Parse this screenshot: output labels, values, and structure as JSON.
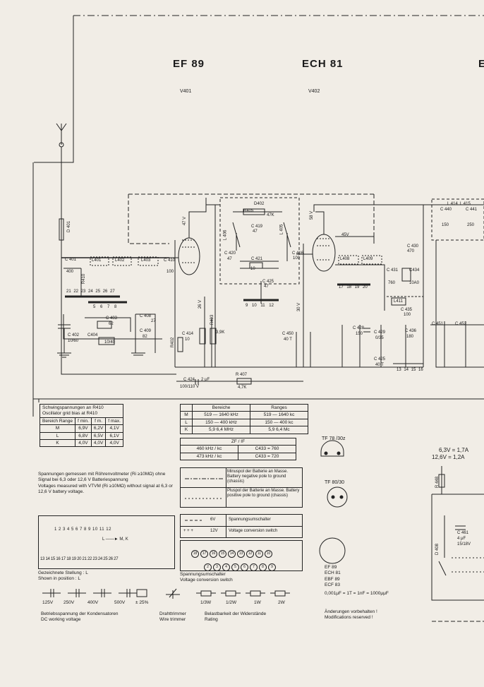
{
  "tubes": {
    "ef89": {
      "type": "EF 89",
      "ref": "V401"
    },
    "ech81": {
      "type": "ECH 81",
      "ref": "V402"
    },
    "edge": "E"
  },
  "labels": {
    "d401": "D 401",
    "c401": "C 401",
    "c401_val": "400",
    "l401": "L401",
    "l402": "L402",
    "l403": "L403",
    "c410": "C 410",
    "c410_val": "100",
    "c402": "C 402",
    "c402_val": "10/60",
    "c403": "C 403",
    "c403_val": "62",
    "c404": "C404",
    "c404_val": "10/40",
    "c408": "C 408",
    "c408_val": "27",
    "c409": "C 409",
    "c409_val": "82",
    "r410": "R410",
    "d402": "D402",
    "r405": "R405",
    "r405_val": "47K",
    "l406": "L 406",
    "l405": "L 405",
    "c419": "C 419",
    "c419_val": "47",
    "c420": "C 420",
    "c420_val": "47",
    "c421": "C 421",
    "c421_val": "10",
    "c425": "C 425",
    "c425_val": "47",
    "c416": "C 416",
    "c416_val": "100",
    "v58": "58 V",
    "v47": "47 V",
    "v26": "26 V",
    "v45": "45V",
    "v30": "30 V",
    "r403": "R403",
    "r403_val": "3,9K",
    "r402": "R402",
    "c414": "C 414",
    "c414_val": "10",
    "c424": "C 424",
    "c424_val": "2 μF",
    "c424_v": "100/110 V",
    "r407": "R 407",
    "r407_val": "4,7K",
    "l408": "L408",
    "l409": "L409",
    "c430": "C 430",
    "c430_val": "470",
    "c431": "C 431",
    "c431_val": "760",
    "c434": "C434",
    "c434_val": "10A0",
    "l411": "L411",
    "c435": "C 435",
    "c435_val": "100",
    "c450": "C 450",
    "c450_val": "40 T",
    "c428": "C 428",
    "c428_val": "150",
    "c429": "C 429",
    "c429_val": "0/35",
    "c436": "C 436",
    "c436_val": "180",
    "c425b": "C 425",
    "c425b_val": "40 T",
    "c440": "C 440",
    "c440_val": "150",
    "c441": "C 441",
    "c441_val": "250",
    "l414": "L 414",
    "l415": "L 415",
    "c451": "C 451",
    "c452": "C 452",
    "r448": "R 448",
    "c461": "C 461",
    "c461_val": "4 μF",
    "c461_v": "15/18V",
    "d408": "D 408",
    "terminals_a": [
      "21",
      "22",
      "23",
      "24",
      "25",
      "26",
      "27"
    ],
    "terminals_b": [
      "5",
      "6",
      "7",
      "8"
    ],
    "terminals_c": [
      "9",
      "10",
      "11",
      "12"
    ],
    "terminals_d": [
      "17",
      "18",
      "19",
      "20"
    ],
    "terminals_e": [
      "13",
      "14",
      "15",
      "16"
    ]
  },
  "osc_table": {
    "title_de": "Schwingspannungen an R410",
    "title_en": "Oscillator grid bias at    R410",
    "header": [
      "Bereich Range",
      "f min.",
      "f m.",
      "f max."
    ],
    "rows": [
      [
        "M",
        "6,9V",
        "6,2V",
        "4,1V"
      ],
      [
        "L",
        "6,8V",
        "6,5V",
        "6,1V"
      ],
      [
        "K",
        "4,0V",
        "4,0V",
        "4,0V"
      ]
    ]
  },
  "range_table": {
    "header": [
      "",
      "Bereiche",
      "Ranges"
    ],
    "rows": [
      [
        "M",
        "519 — 1640 kHz",
        "519 — 1640 kc"
      ],
      [
        "L",
        "150 — 400 kHz",
        "150 — 400 kc"
      ],
      [
        "K",
        "5,9    6,4 MHz",
        "5,9    6,4 Mc"
      ]
    ]
  },
  "zf_table": {
    "header": "ZF / IF",
    "rows": [
      [
        "460 kHz / kc",
        "C433 = 760"
      ],
      [
        "473 kHz / kc",
        "C433 = 720"
      ]
    ]
  },
  "polarity": {
    "neg": "Minuspol der Batterie an Masse. Battery negative pole to ground (chassis)",
    "pos": "Pluspol der Batterie an Masse. Battery positive pole to ground (chassis)"
  },
  "voltage_switch": {
    "v6": "6V",
    "v12": "12V",
    "de": "Spannungsumschalter",
    "en": "Voltage conversion switch"
  },
  "measure_note": "Spannungen gemessen mit Röhrenvoltmeter (Ri ≥10MΩ) ohne Signal bei 6,3 oder 12,6 V Batteriespannung\nVoltages measured with VTVM (Ri ≥10MΩ) without signal at 6,3 or 12,6 V battery voltage.",
  "switch_diagram": {
    "top_numbers": "1  2  3  4    5  6  7  8    9  10 11 12",
    "arrow": "L ——► M, K",
    "bottom_numbers": "13 14 15 16 17 18 19 20 21 22 23 24 25 26 27",
    "position_de": "Gezeichnete Stellung : L",
    "position_en": "Shown in position      : L"
  },
  "volt_switch_diagram": {
    "top": [
      "18",
      "17",
      "16",
      "15",
      "14",
      "13",
      "12",
      "11",
      "10"
    ],
    "bottom": [
      "2",
      "3",
      "4",
      "5",
      "6",
      "7",
      "8",
      "9"
    ],
    "de": "Spannungsumschalter",
    "en": "Voltage conversion switch"
  },
  "sockets": {
    "tf78": "TF 78 /30z",
    "tf80": "TF 80/30",
    "tube_list": [
      "EF 89",
      "ECH 81",
      "EBF 89",
      "ECF 83"
    ]
  },
  "capacitor_legend": {
    "values": [
      "125V",
      "250V",
      "400V",
      "500V",
      "± 25%"
    ],
    "de": "Betriebsspannung der Kondensatoren",
    "en": "DC working voltage",
    "trimmer_de": "Drahttrimmer",
    "trimmer_en": "Wire trimmer"
  },
  "resistor_legend": {
    "values": [
      "1/3W",
      "1/2W",
      "1W",
      "2W"
    ],
    "de": "Belastbarkeit der Widerstände",
    "en": "Rating"
  },
  "cap_units": "0,001μF = 1T = 1nF = 1000μμF",
  "changes": "Änderungen vorbehalten !\nModifications reserved !",
  "supply": {
    "line1": "6,3V = 1,7A",
    "line2": "12,6V = 1,2A"
  }
}
